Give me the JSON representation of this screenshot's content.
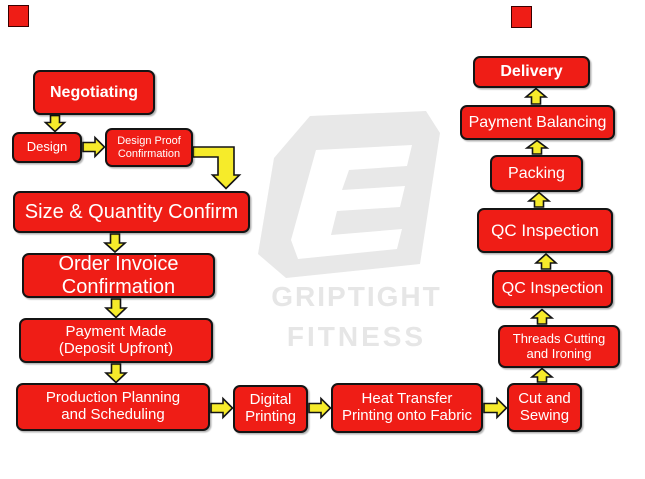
{
  "watermark": {
    "logo_name": "griptight-gf-monogram-logo",
    "line1": "GRIPTIGHT",
    "line2": "FITNESS"
  },
  "colors": {
    "box_fill": "#EF1D16",
    "box_border": "#141414",
    "box_text": "#FFFFFF",
    "arrow_fill": "#F6EB2A",
    "arrow_border": "#141414",
    "watermark_gray": "#E6E6E6",
    "background": "#FFFFFF"
  },
  "flow_boxes": {
    "negotiating": "Negotiating",
    "design": "Design",
    "design_proof": "Design Proof\nConfirmation",
    "size_quantity": "Size & Quantity Confirm",
    "order_invoice": "Order Invoice\nConfirmation",
    "payment_made": "Payment Made\n(Deposit Upfront)",
    "production_planning": "Production Planning\nand Scheduling",
    "digital_printing": "Digital\nPrinting",
    "heat_transfer": "Heat Transfer\nPrinting onto Fabric",
    "cut_sewing": "Cut and\nSewing",
    "threads_cutting": "Threads Cutting\nand Ironing",
    "qc_inspection_lower": "QC Inspection",
    "qc_inspection_upper": "QC Inspection",
    "packing": "Packing",
    "payment_balancing": "Payment Balancing",
    "delivery": "Delivery"
  }
}
